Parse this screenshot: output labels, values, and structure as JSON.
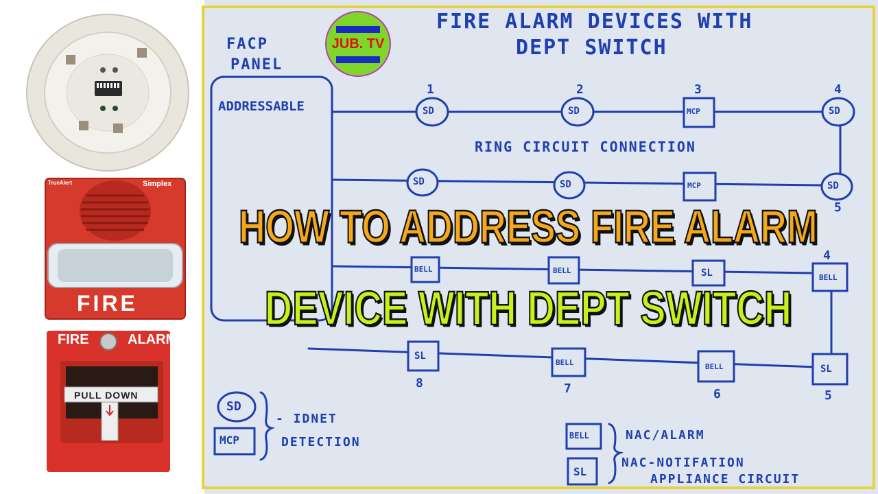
{
  "title_lines": [
    "FIRE ALARM DEVICES WITH",
    "DEPT SWITCH"
  ],
  "panel_label_lines": [
    "FACP",
    "PANEL"
  ],
  "addressable_label": "ADDRESSABLE",
  "logo_text": "JUB. TV",
  "ring_circuit_label": "RING CIRCUIT  CONNECTION",
  "headline_line1": "HOW TO ADDRESS FIRE ALARM",
  "headline_line2": "DEVICE WITH DEPT SWITCH",
  "headline_colors": {
    "line1": "#f5a81c",
    "line2": "#c6f21b"
  },
  "row1_devices": [
    {
      "number": "1",
      "label": "SD"
    },
    {
      "number": "2",
      "label": "SD"
    },
    {
      "number": "3",
      "label": "MCP"
    },
    {
      "number": "4",
      "label": "SD"
    }
  ],
  "row2_devices": [
    {
      "label": "SD"
    },
    {
      "label": "SD"
    },
    {
      "label": "MCP"
    },
    {
      "label": "SD",
      "number": "5"
    }
  ],
  "row3_devices": [
    {
      "label": "BELL"
    },
    {
      "label": "BELL"
    },
    {
      "label": "SL"
    },
    {
      "label": "BELL",
      "number": "4"
    }
  ],
  "row4_devices": [
    {
      "label": "SL",
      "number": "8"
    },
    {
      "label": "BELL",
      "number": "7"
    },
    {
      "label": "BELL",
      "number": "6"
    },
    {
      "label": "SL",
      "number": "5"
    }
  ],
  "legend_left": {
    "items": [
      "SD",
      "MCP"
    ],
    "text_lines": [
      "- IDNET",
      "DETECTION"
    ]
  },
  "legend_right": [
    {
      "symbol": "BELL",
      "text": "NAC/ALARM"
    },
    {
      "symbol": "SL",
      "text_lines": [
        "NAC-NOTIFATION",
        "APPLIANCE  CIRCUIT"
      ]
    }
  ],
  "device_photos": {
    "strobe_brand_left": "TrueAlert",
    "strobe_brand_right": "Simplex",
    "strobe_label": "FIRE",
    "pull_station_top_left": "FIRE",
    "pull_station_top_right": "ALARM",
    "pull_station_handle": "PULL DOWN"
  }
}
